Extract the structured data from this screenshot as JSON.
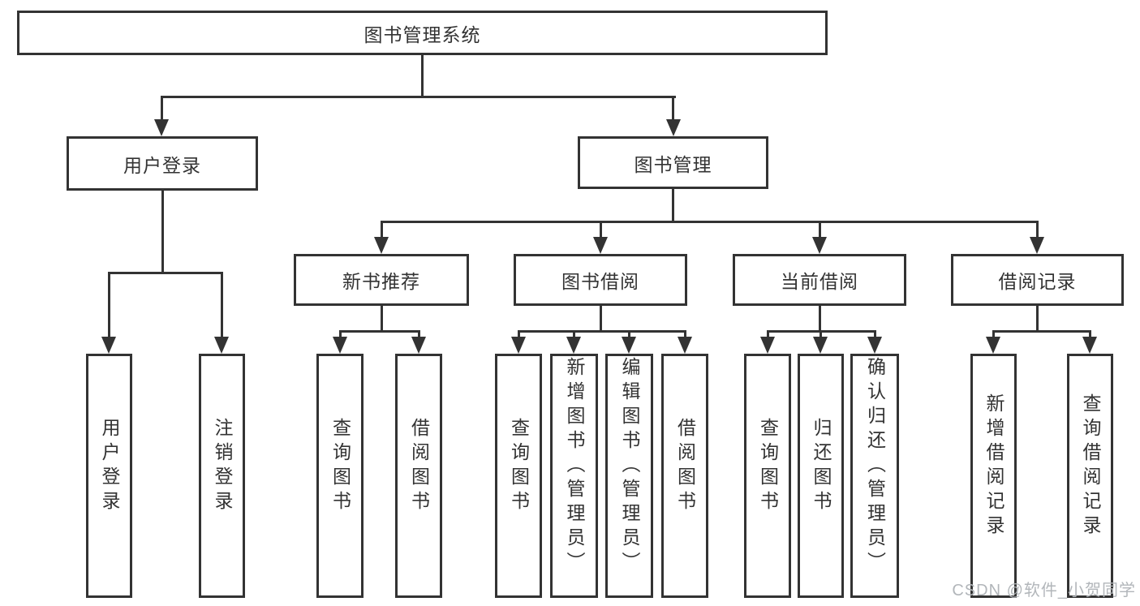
{
  "colors": {
    "line": "#333333",
    "text": "#333333",
    "box_bg": "#ffffff",
    "watermark": "#b2b6ba"
  },
  "diagram": {
    "root": {
      "label": "图书管理系统"
    },
    "branches": [
      {
        "label": "用户登录",
        "leaves": [
          {
            "label": "用户登录"
          },
          {
            "label": "注销登录"
          }
        ]
      },
      {
        "label": "图书管理",
        "modules": [
          {
            "label": "新书推荐",
            "leaves": [
              {
                "label": "查询图书"
              },
              {
                "label": "借阅图书"
              }
            ]
          },
          {
            "label": "图书借阅",
            "leaves": [
              {
                "label": "查询图书"
              },
              {
                "label": "新增图书（管理员）"
              },
              {
                "label": "编辑图书（管理员）"
              },
              {
                "label": "借阅图书"
              }
            ]
          },
          {
            "label": "当前借阅",
            "leaves": [
              {
                "label": "查询图书"
              },
              {
                "label": "归还图书"
              },
              {
                "label": "确认归还（管理员）"
              }
            ]
          },
          {
            "label": "借阅记录",
            "leaves": [
              {
                "label": "新增借阅记录"
              },
              {
                "label": "查询借阅记录"
              }
            ]
          }
        ]
      }
    ]
  },
  "watermark": {
    "text": "CSDN @软件_小贺同学"
  }
}
